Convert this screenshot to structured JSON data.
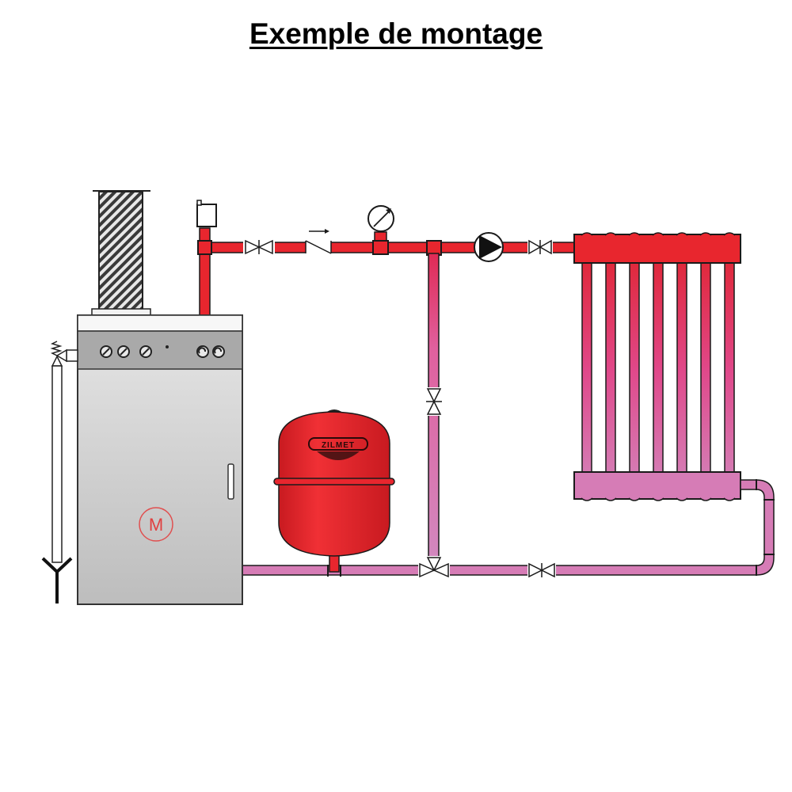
{
  "title": "Exemple de montage",
  "boiler": {
    "badge_letter": "M",
    "knobs_left_count": 3,
    "knobs_right_count": 2
  },
  "expansion_vessel": {
    "brand_label": "ZILMET"
  },
  "components": [
    "chimney-flue",
    "automatic-air-vent",
    "isolation-valve",
    "check-valve",
    "pressure-gauge",
    "circulation-pump",
    "radiator",
    "expansion-vessel",
    "bypass-valve",
    "safety-valve",
    "drain-funnel"
  ],
  "radiator": {
    "column_count": 7
  },
  "colors": {
    "supply_pipe": "#e8262e",
    "return_pipe": "#d37ab8",
    "boiler_body": "#c8c8c8",
    "boiler_panel": "#a8a8a8",
    "vessel": "#e8262e",
    "badge": "#e05050",
    "outline": "#1a1a1a"
  }
}
